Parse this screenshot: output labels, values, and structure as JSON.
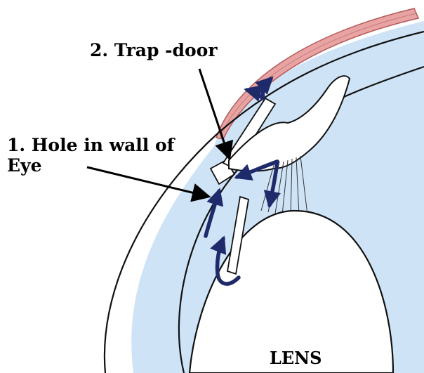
{
  "labels": {
    "trap_door": "2. Trap -door",
    "hole_line1": "1. Hole in wall of",
    "hole_line2": "Eye",
    "lens": "LENS"
  },
  "colors": {
    "aqueous": "#cfe3f6",
    "conjunctiva": "#e8a3a3",
    "conjunctiva_line": "#b55a5a",
    "outline": "#111111",
    "flow_arrows": "#1f2a6b",
    "pointer_lines": "#000000"
  }
}
